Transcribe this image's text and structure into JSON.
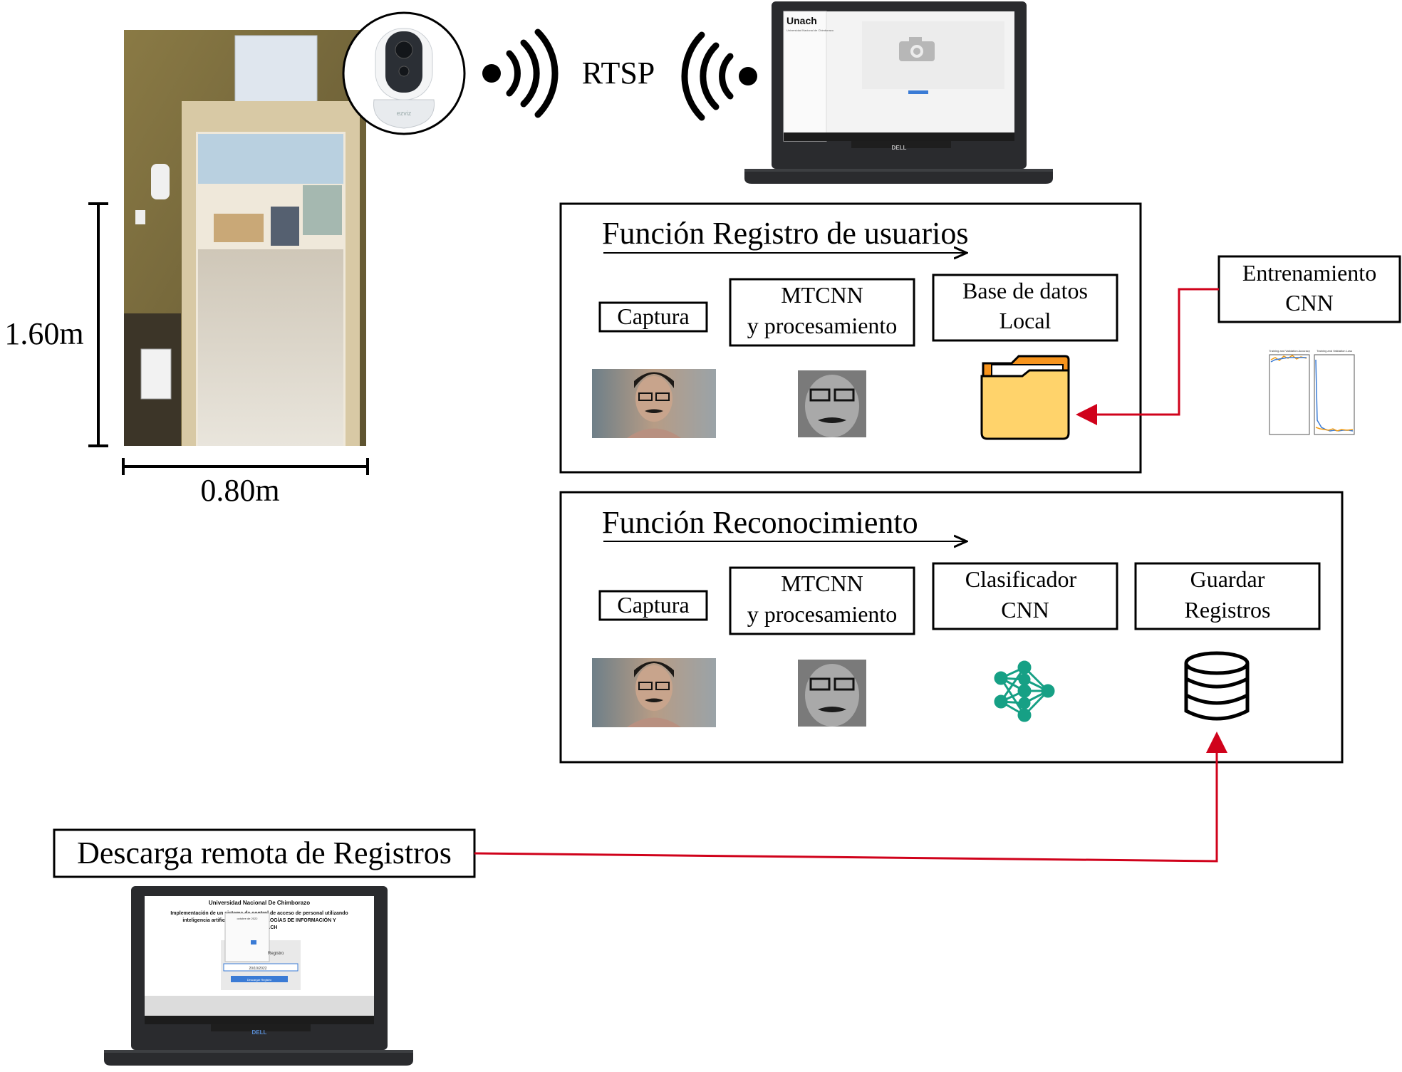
{
  "rtsp": "RTSP",
  "dim_height": "1.60m",
  "dim_width": "0.80m",
  "camera_brand": "ezviz",
  "laptop_top": {
    "brand": "DELL",
    "screen_logo": "Unach",
    "screen_logo_sub": "Universidad Nacional de Chimborazo"
  },
  "laptop_bottom": {
    "brand": "DELL",
    "screen_title": "Universidad Nacional De Chimborazo",
    "screen_line1": "Implementación de un sistema de control de acceso de personal utilizando",
    "screen_line2": "inteligencia artificial para ... TECNOLOGÍAS DE INFORMACIÓN Y",
    "screen_line3": "... de la UNACH",
    "calendar_header": "octubre de 2022",
    "field_label": "Registro",
    "date_value": "20/10/2022",
    "button_label": "Descargar Registro"
  },
  "registro": {
    "title": "Función Registro de usuarios",
    "captura": "Captura",
    "mtcnn_line1": "MTCNN",
    "mtcnn_line2": "y procesamiento",
    "base_line1": "Base de datos",
    "base_line2": "Local"
  },
  "entrenamiento": {
    "line1": "Entrenamiento",
    "line2": "CNN",
    "plot1_title": "Training and Validation Accuracy",
    "plot2_title": "Training and Validation Loss"
  },
  "reconocimiento": {
    "title": "Función Reconocimiento",
    "captura": "Captura",
    "mtcnn_line1": "MTCNN",
    "mtcnn_line2": "y procesamiento",
    "clasificador_line1": "Clasificador",
    "clasificador_line2": "CNN",
    "guardar_line1": "Guardar",
    "guardar_line2": "Registros"
  },
  "descarga": "Descarga remota de Registros",
  "colors": {
    "arrow_red": "#d0021b",
    "folder_orange": "#f7941d",
    "folder_yellow": "#ffd36b",
    "network_teal": "#16a085"
  }
}
